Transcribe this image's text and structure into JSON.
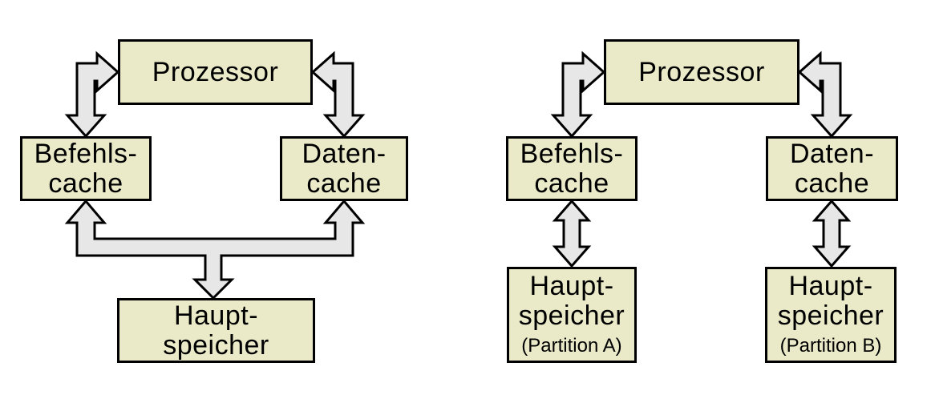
{
  "colors": {
    "box_fill": "#eaeac9",
    "arrow_fill": "#e7e7e7",
    "outline": "#000000",
    "background": "#ffffff"
  },
  "left_diagram": {
    "processor": "Prozessor",
    "instruction_cache": [
      "Befehls-",
      "cache"
    ],
    "data_cache": [
      "Daten-",
      "cache"
    ],
    "main_memory": [
      "Haupt-",
      "speicher"
    ]
  },
  "right_diagram": {
    "processor": "Prozessor",
    "instruction_cache": [
      "Befehls-",
      "cache"
    ],
    "data_cache": [
      "Daten-",
      "cache"
    ],
    "main_memory_a": [
      "Haupt-",
      "speicher"
    ],
    "main_memory_a_sub": "(Partition A)",
    "main_memory_b": [
      "Haupt-",
      "speicher"
    ],
    "main_memory_b_sub": "(Partition B)"
  }
}
